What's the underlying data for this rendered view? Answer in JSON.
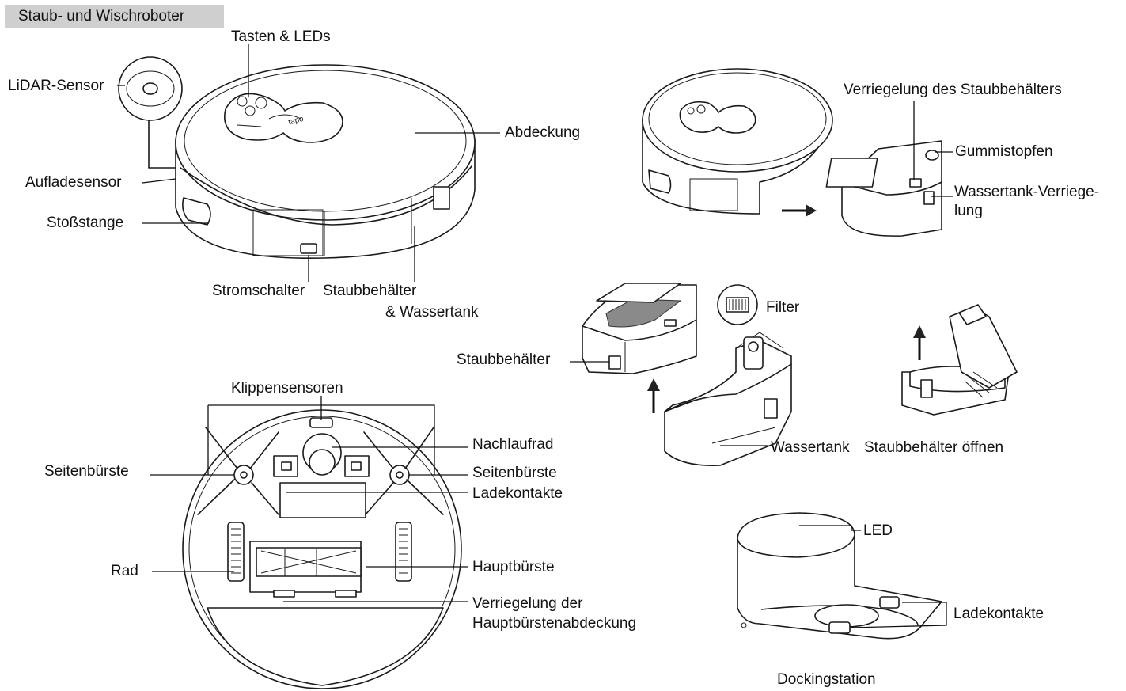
{
  "header": {
    "title": "Staub- und Wischroboter"
  },
  "robot_top": {
    "buttons_leds": "Tasten & LEDs",
    "lidar": "LiDAR-Sensor",
    "charging_sensor": "Aufladesensor",
    "bumper": "Stoßstange",
    "cover": "Abdeckung",
    "power_switch": "Stromschalter",
    "bin_tank_line1": "Staubbehälter",
    "bin_tank_line2": "& Wassertank"
  },
  "bin_removal": {
    "bin_latch": "Verriegelung des Staubbehälters",
    "rubber_plug": "Gummistopfen",
    "tank_latch_line1": "Wassertank-Verriege-",
    "tank_latch_line2": "lung"
  },
  "bin_parts": {
    "filter": "Filter",
    "dust_bin": "Staubbehälter",
    "water_tank": "Wassertank",
    "open_bin": "Staubbehälter öffnen"
  },
  "robot_bottom": {
    "cliff_sensors": "Klippensensoren",
    "caster": "Nachlaufrad",
    "side_brush_left": "Seitenbürste",
    "side_brush_right": "Seitenbürste",
    "charge_contacts": "Ladekontakte",
    "wheel": "Rad",
    "main_brush": "Hauptbürste",
    "brush_latch_line1": "Verriegelung der",
    "brush_latch_line2": "Hauptbürstenabdeckung"
  },
  "dock": {
    "led": "LED",
    "charge_contacts": "Ladekontakte",
    "caption": "Dockingstation"
  },
  "colors": {
    "header_bg": "#cfcfcf",
    "line": "#1a1a1a"
  },
  "icons": [
    "arrow-right-icon",
    "arrow-up-icon"
  ]
}
